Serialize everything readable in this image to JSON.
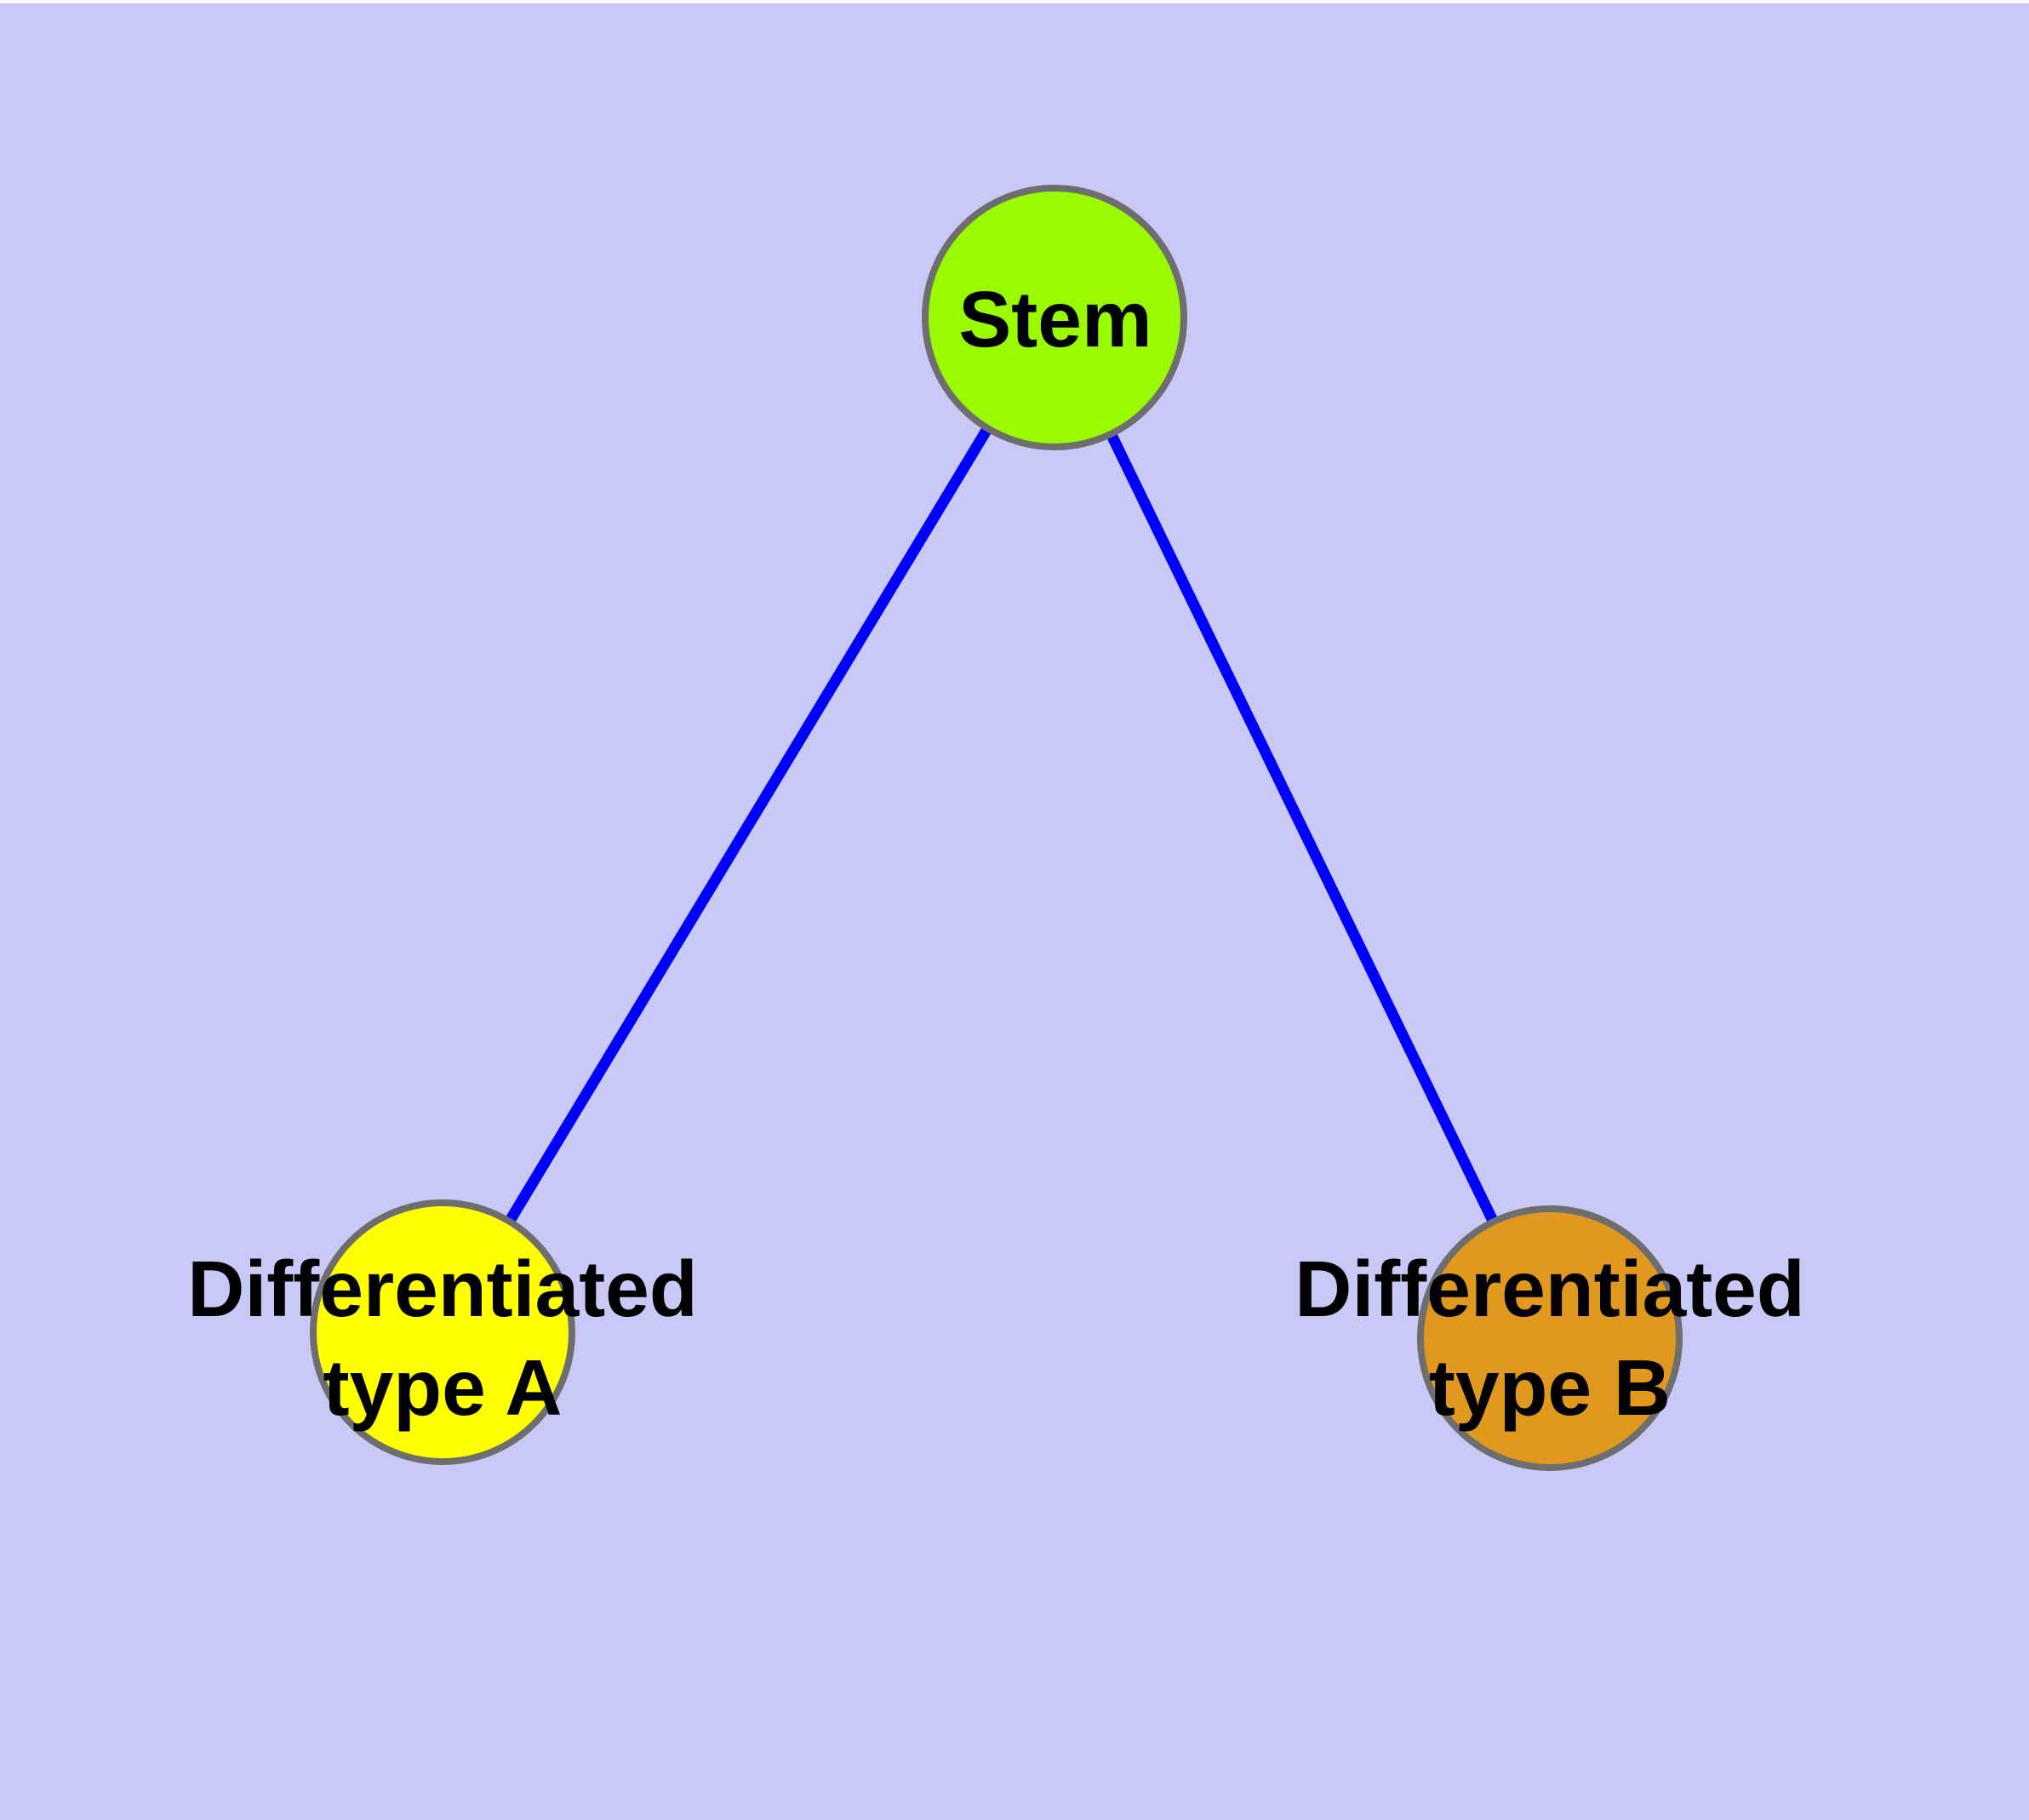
{
  "diagram": {
    "background_color": "#C9C9F7",
    "node_border_color": "#6E6E6E",
    "edge_color": "#0000FF",
    "label_color": "#000000",
    "nodes": [
      {
        "id": "stem",
        "label": "Stem",
        "fill": "#9AFB00"
      },
      {
        "id": "differentiated-type-a",
        "label_line1": "Differentiated",
        "label_line2": "type A",
        "fill": "#FFFF00"
      },
      {
        "id": "differentiated-type-b",
        "label_line1": "Differentiated",
        "label_line2": "type B",
        "fill": "#E0981E"
      }
    ],
    "edges": [
      {
        "source": "Stem",
        "target": "Differentiated type A"
      },
      {
        "source": "Stem",
        "target": "Differentiated type B"
      }
    ]
  }
}
